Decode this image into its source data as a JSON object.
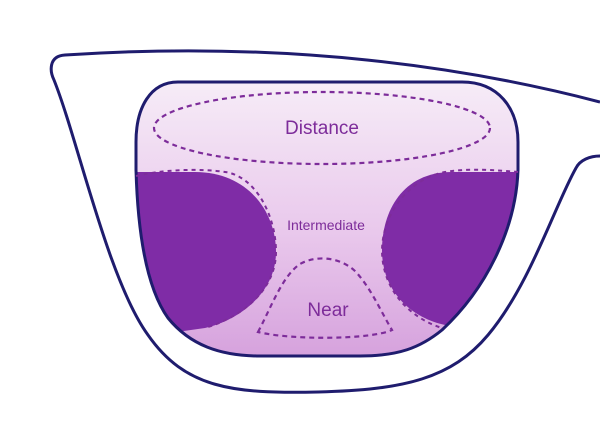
{
  "labels": {
    "distance": "Distance",
    "intermediate": "Intermediate",
    "near": "Near"
  },
  "colors": {
    "frame_stroke": "#1f1c6e",
    "frame_fill": "#ffffff",
    "lens_top": "#f6ecf7",
    "lens_mid": "#e9c8ec",
    "lens_bottom": "#d6a2dd",
    "blur_zone": "#7f2ca6",
    "dash": "#7d2c9a",
    "text": "#7d2c9a"
  }
}
